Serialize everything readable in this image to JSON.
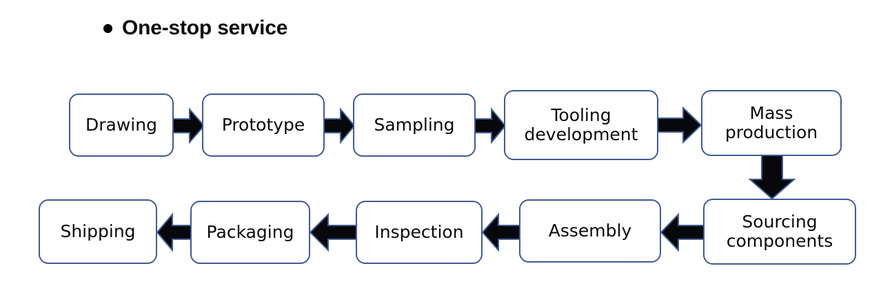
{
  "heading": {
    "bullet_icon": "bullet-dot-icon",
    "text": "One-stop service"
  },
  "colors": {
    "box_border": "#3f5c93",
    "box_fill": "#ffffff",
    "arrow_fill": "#07080c",
    "arrow_outline": "#3f5c93",
    "text": "#0a0a0a",
    "background": "#ffffff"
  },
  "chart_data": {
    "type": "flowchart",
    "title": "One-stop service",
    "orientation": "serpentine-two-rows",
    "nodes": [
      {
        "id": "drawing",
        "label": "Drawing",
        "row": 1,
        "order": 1
      },
      {
        "id": "prototype",
        "label": "Prototype",
        "row": 1,
        "order": 2
      },
      {
        "id": "sampling",
        "label": "Sampling",
        "row": 1,
        "order": 3
      },
      {
        "id": "tooling-development",
        "label": "Tooling\ndevelopment",
        "row": 1,
        "order": 4
      },
      {
        "id": "mass-production",
        "label": "Mass\nproduction",
        "row": 1,
        "order": 5
      },
      {
        "id": "sourcing-components",
        "label": "Sourcing\ncomponents",
        "row": 2,
        "order": 6
      },
      {
        "id": "assembly",
        "label": "Assembly",
        "row": 2,
        "order": 7
      },
      {
        "id": "inspection",
        "label": "Inspection",
        "row": 2,
        "order": 8
      },
      {
        "id": "packaging",
        "label": "Packaging",
        "row": 2,
        "order": 9
      },
      {
        "id": "shipping",
        "label": "Shipping",
        "row": 2,
        "order": 10
      }
    ],
    "edges": [
      {
        "from": "drawing",
        "to": "prototype",
        "direction": "right"
      },
      {
        "from": "prototype",
        "to": "sampling",
        "direction": "right"
      },
      {
        "from": "sampling",
        "to": "tooling-development",
        "direction": "right"
      },
      {
        "from": "tooling-development",
        "to": "mass-production",
        "direction": "right"
      },
      {
        "from": "mass-production",
        "to": "sourcing-components",
        "direction": "down"
      },
      {
        "from": "sourcing-components",
        "to": "assembly",
        "direction": "left"
      },
      {
        "from": "assembly",
        "to": "inspection",
        "direction": "left"
      },
      {
        "from": "inspection",
        "to": "packaging",
        "direction": "left"
      },
      {
        "from": "packaging",
        "to": "shipping",
        "direction": "left"
      }
    ]
  },
  "nodes": {
    "drawing": "Drawing",
    "prototype": "Prototype",
    "sampling": "Sampling",
    "tooling_development": "Tooling\ndevelopment",
    "mass_production": "Mass\nproduction",
    "sourcing_components": "Sourcing\ncomponents",
    "assembly": "Assembly",
    "inspection": "Inspection",
    "packaging": "Packaging",
    "shipping": "Shipping"
  }
}
